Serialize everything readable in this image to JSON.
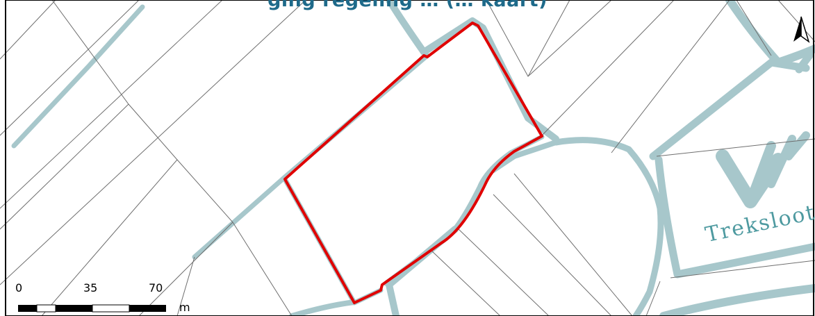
{
  "map": {
    "title": "ging regeling … (… kaart)",
    "water_label": "Treksloot",
    "scale": {
      "ticks": [
        "0",
        "35",
        "70"
      ],
      "unit": "m"
    },
    "north_arrow_icon": "north-arrow-icon",
    "colors": {
      "title": "#1e6a8a",
      "water": "#a7c7cb",
      "water_label": "#4e9aa0",
      "parcel_lines": "#6e6e6e",
      "boundary": "#e00000",
      "frame": "#000000"
    }
  }
}
